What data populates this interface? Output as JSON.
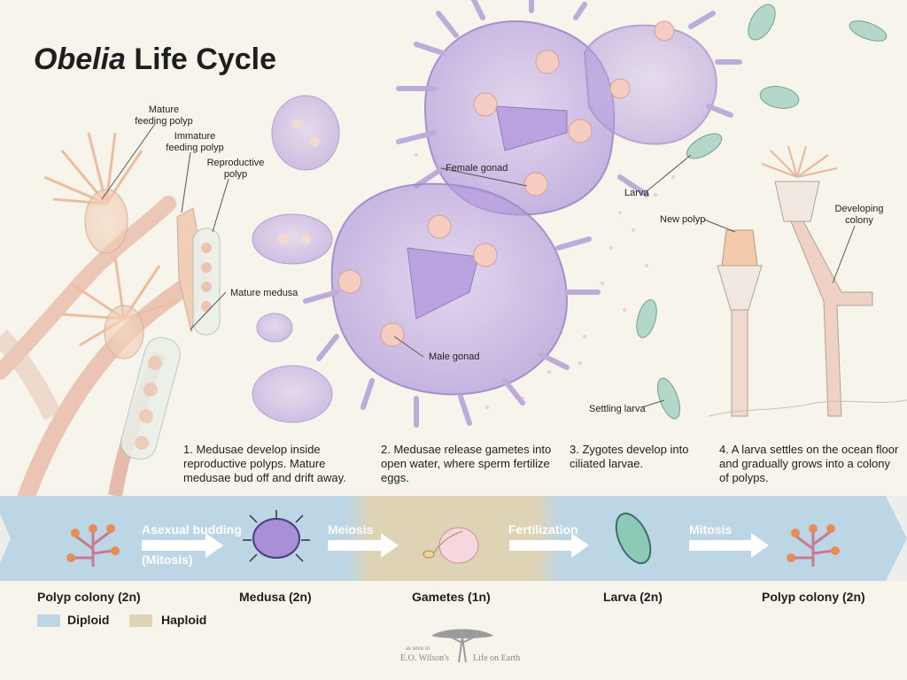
{
  "title": {
    "italic": "Obelia",
    "rest": " Life Cycle"
  },
  "labels": {
    "mature_feeding_polyp": "Mature\nfeeding polyp",
    "immature_feeding_polyp": "Immature\nfeeding polyp",
    "reproductive_polyp": "Reproductive\npolyp",
    "mature_medusa": "Mature medusa",
    "female_gonad": "Female gonad",
    "male_gonad": "Male gonad",
    "larva": "Larva",
    "new_polyp": "New polyp",
    "developing_colony": "Developing\ncolony",
    "settling_larva": "Settling larva"
  },
  "steps": [
    "1. Medusae develop inside reproductive polyps. Mature medusae bud off and drift away.",
    "2. Medusae release gametes into open water, where sperm fertilize eggs.",
    "3. Zygotes develop into ciliated larvae.",
    "4. A larva settles on the ocean floor and gradually grows into a colony of polyps."
  ],
  "arrows": {
    "asexual_budding": "Asexual budding",
    "mitosis_paren": "(Mitosis)",
    "meiosis": "Meiosis",
    "fertilization": "Fertilization",
    "mitosis": "Mitosis"
  },
  "stages": [
    "Polyp colony (2n)",
    "Medusa (2n)",
    "Gametes (1n)",
    "Larva (2n)",
    "Polyp colony (2n)"
  ],
  "legend": {
    "diploid": "Diploid",
    "haploid": "Haploid"
  },
  "credit": {
    "as_seen_in": "as seen in",
    "left": "E.O. Wilson's",
    "right": "Life on Earth"
  },
  "colors": {
    "diploid": "#bcd6e6",
    "haploid": "#dfd3b5",
    "background": "#f7f4ec",
    "medusa_purple": "#b9a2dd",
    "polyp_peach": "#f2c7a8",
    "larva_green": "#8dc9b7"
  }
}
